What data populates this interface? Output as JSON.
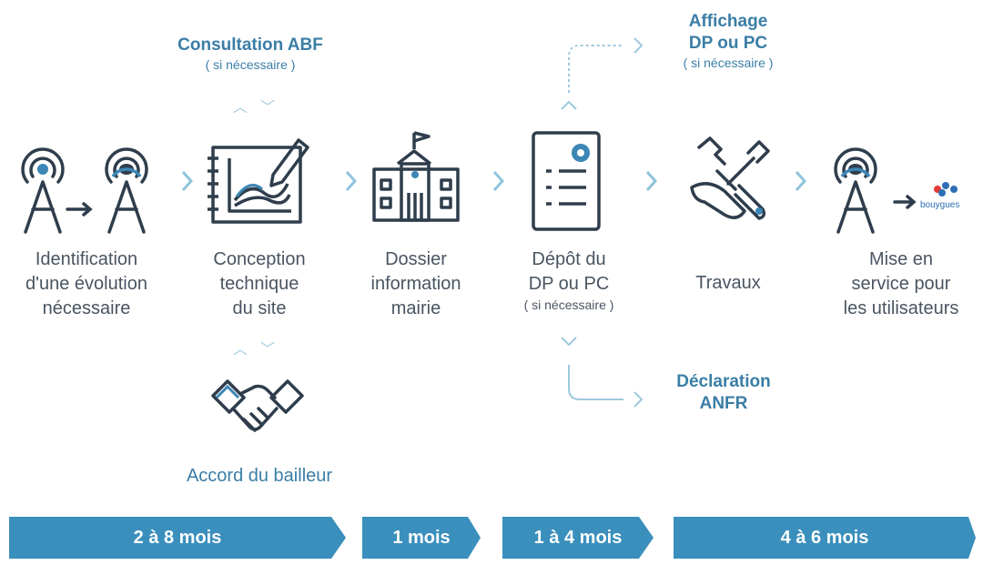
{
  "steps": [
    {
      "icon": "antenna-evolution-icon",
      "lines": [
        "Identification",
        "d'une évolution",
        "nécessaire"
      ]
    },
    {
      "icon": "technical-design-icon",
      "lines": [
        "Conception",
        "technique",
        "du site"
      ]
    },
    {
      "icon": "town-hall-icon",
      "lines": [
        "Dossier",
        "information",
        "mairie"
      ]
    },
    {
      "icon": "document-icon",
      "lines": [
        "Dépôt du",
        "DP ou PC"
      ],
      "note": "( si nécessaire )"
    },
    {
      "icon": "tools-icon",
      "lines": [
        "Travaux"
      ]
    },
    {
      "icon": "antenna-service-icon",
      "lines": [
        "Mise en",
        "service pour",
        "les utilisateurs"
      ],
      "brand": "bouygues"
    }
  ],
  "side": {
    "abf": {
      "lines": [
        "Consultation ABF"
      ],
      "note": "( si nécessaire )"
    },
    "affichage": {
      "lines": [
        "Affichage",
        "DP ou PC"
      ],
      "note": "( si nécessaire )"
    },
    "bailleur": {
      "lines": [
        "Accord du bailleur"
      ]
    },
    "anfr": {
      "lines": [
        "Déclaration",
        "ANFR"
      ]
    }
  },
  "timeline": [
    {
      "label": "2 à 8 mois"
    },
    {
      "label": "1 mois"
    },
    {
      "label": "1 à 4 mois"
    },
    {
      "label": "4 à 6 mois"
    }
  ],
  "colors": {
    "primary": "#3b7ea6",
    "icon_dark": "#2f3d4c",
    "icon_accent": "#3b86b5",
    "bar": "#3a8fbd",
    "chevron": "#8fc3dc"
  }
}
